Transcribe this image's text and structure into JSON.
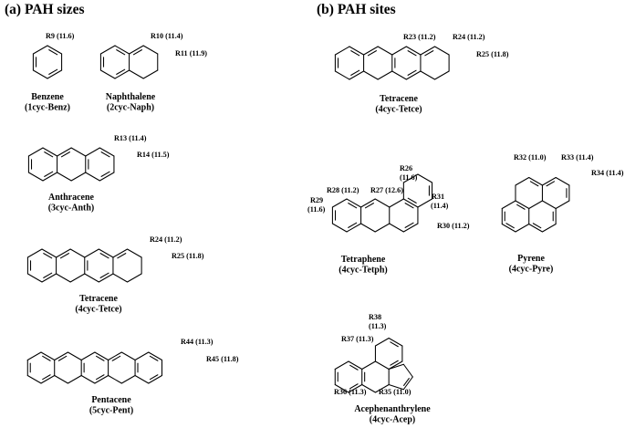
{
  "panels": {
    "left": {
      "title": "(a) PAH sizes"
    },
    "right": {
      "title": "(b) PAH sites"
    }
  },
  "molecules": [
    {
      "id": "benzene",
      "name": "Benzene",
      "code": "(1cyc-Benz)",
      "sites": [
        {
          "label": "R9 (11.6)"
        }
      ]
    },
    {
      "id": "naphthalene",
      "name": "Naphthalene",
      "code": "(2cyc-Naph)",
      "sites": [
        {
          "label": "R10 (11.4)"
        },
        {
          "label": "R11 (11.9)"
        }
      ]
    },
    {
      "id": "anthracene",
      "name": "Anthracene",
      "code": "(3cyc-Anth)",
      "sites": [
        {
          "label": "R13 (11.4)"
        },
        {
          "label": "R14 (11.5)"
        }
      ]
    },
    {
      "id": "tetracene-a",
      "name": "Tetracene",
      "code": "(4cyc-Tetce)",
      "sites": [
        {
          "label": "R24 (11.2)"
        },
        {
          "label": "R25 (11.8)"
        }
      ]
    },
    {
      "id": "pentacene",
      "name": "Pentacene",
      "code": "(5cyc-Pent)",
      "sites": [
        {
          "label": "R44 (11.3)"
        },
        {
          "label": "R45 (11.8)"
        }
      ]
    },
    {
      "id": "tetracene-b",
      "name": "Tetracene",
      "code": "(4cyc-Tetce)",
      "sites": [
        {
          "label": "R23 (11.2)"
        },
        {
          "label": "R24 (11.2)"
        },
        {
          "label": "R25 (11.8)"
        }
      ]
    },
    {
      "id": "tetraphene",
      "name": "Tetraphene",
      "code": "(4cyc-Tetph)",
      "sites": [
        {
          "label": "R26"
        },
        {
          "label": "(11.6)"
        },
        {
          "label": "R27 (12.6)"
        },
        {
          "label": "R28 (11.2)"
        },
        {
          "label": "R29"
        },
        {
          "label": "(11.6)"
        },
        {
          "label": "R30 (11.2)"
        },
        {
          "label": "R31"
        },
        {
          "label": "(11.4)"
        }
      ]
    },
    {
      "id": "pyrene",
      "name": "Pyrene",
      "code": "(4cyc-Pyre)",
      "sites": [
        {
          "label": "R32 (11.0)"
        },
        {
          "label": "R33 (11.4)"
        },
        {
          "label": "R34 (11.4)"
        }
      ]
    },
    {
      "id": "acephenanthrylene",
      "name": "Acephenanthrylene",
      "code": "(4cyc-Acep)",
      "sites": [
        {
          "label": "R38"
        },
        {
          "label": "(11.3)"
        },
        {
          "label": "R37 (11.3)"
        },
        {
          "label": "R36 (11.3)"
        },
        {
          "label": "R35 (11.0)"
        }
      ]
    }
  ]
}
